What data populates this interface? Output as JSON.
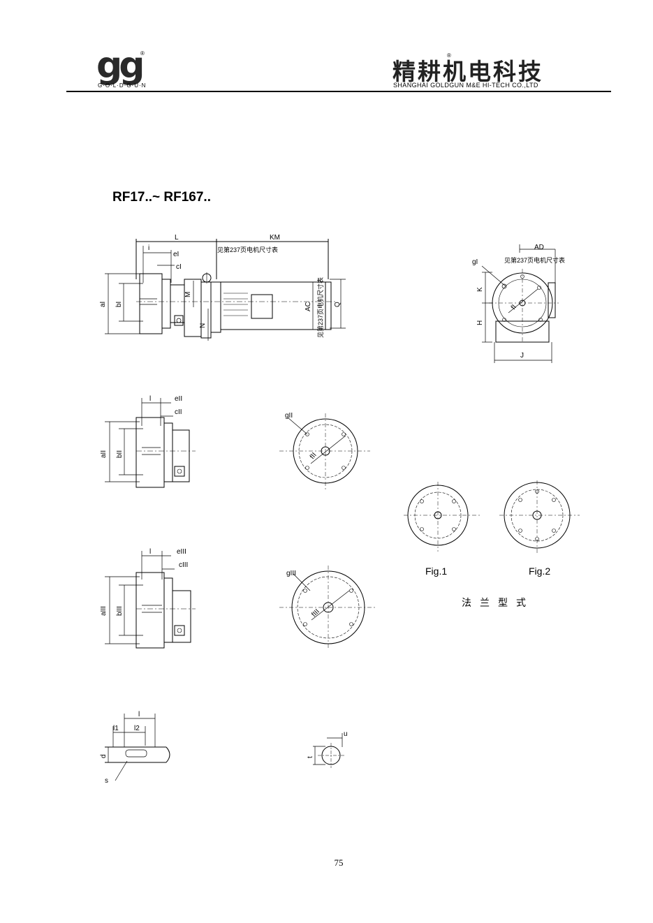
{
  "header": {
    "logo_mark": "gg",
    "logo_reg": "®",
    "logo_text": "G·O·L·D·G·U·N",
    "company_cn": "精耕机电科技",
    "company_reg": "®",
    "company_en": "SHANGHAI GOLDGUN M&E HI-TECH CO.,LTD"
  },
  "title": "RF17..~  RF167..",
  "drawing_main": {
    "dim_L": "L",
    "dim_KM": "KM",
    "note_motor": "见第237页电机尺寸表",
    "dim_i": "i",
    "dim_e": "eI",
    "dim_c": "cI",
    "dim_a": "aI",
    "dim_b": "bI",
    "dim_M": "M",
    "dim_N": "N",
    "dim_AC": "AC",
    "dim_Q": "Q",
    "note_motor_vertical": "见第237页电机尺寸表"
  },
  "drawing_side": {
    "dim_AD": "AD",
    "dim_g": "gI",
    "note_motor": "见第237页电机尺寸表",
    "dim_K": "K",
    "dim_H": "H",
    "dim_f": "fI",
    "dim_J": "J"
  },
  "drawing_ii": {
    "dim_l": "l",
    "dim_e": "eII",
    "dim_c": "cII",
    "dim_a": "aII",
    "dim_b": "bII",
    "dim_g": "gII",
    "dim_f": "fII"
  },
  "drawing_iii": {
    "dim_l": "l",
    "dim_e": "eIII",
    "dim_c": "cIII",
    "dim_a": "aIII",
    "dim_b": "bIII",
    "dim_g": "gIII",
    "dim_f": "fIII"
  },
  "shaft": {
    "dim_l": "l",
    "dim_l1": "l1",
    "dim_l2": "l2",
    "dim_d": "d",
    "dim_s": "s",
    "dim_t": "t",
    "dim_u": "u"
  },
  "flange_types": {
    "fig1": "Fig.1",
    "fig2": "Fig.2",
    "caption": "法兰型式"
  },
  "page_number": "75"
}
